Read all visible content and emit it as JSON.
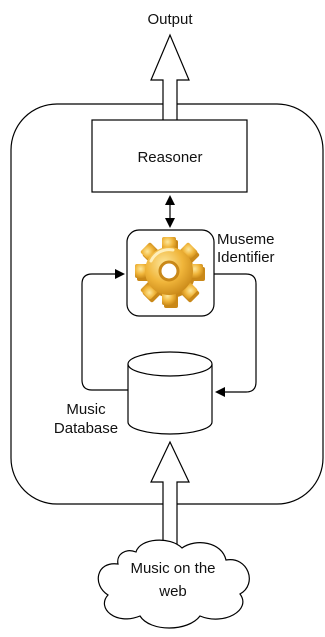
{
  "labels": {
    "output": "Output",
    "reasoner": "Reasoner",
    "museme_line1": "Museme",
    "museme_line2": "Identifier",
    "music_db_line1": "Music",
    "music_db_line2": "Database",
    "web_line1": "Music on the",
    "web_line2": "web"
  },
  "icons": {
    "museme_identifier": "gear-icon"
  },
  "colors": {
    "stroke": "#000000",
    "gear": "#f0b53a",
    "gear_shadow": "#c98818",
    "gear_highlight": "#fde79b"
  }
}
